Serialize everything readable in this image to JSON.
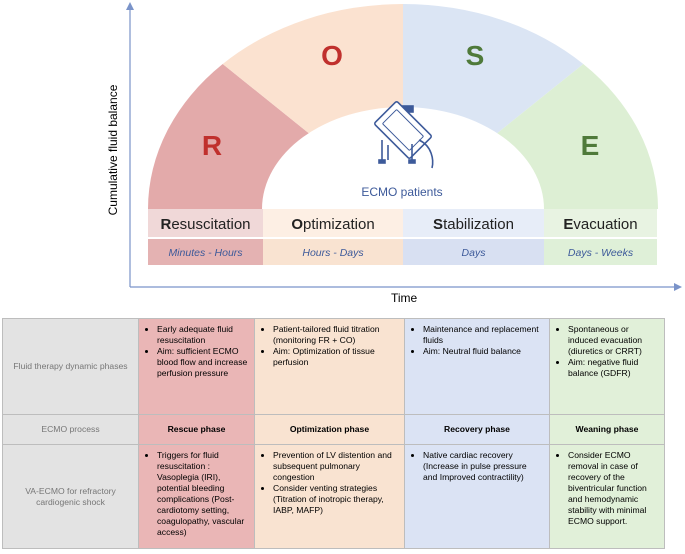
{
  "axes": {
    "y_label": "Cumulative fluid balance",
    "x_label": "Time"
  },
  "center_label": "ECMO patients",
  "device_icon": "ecmo-oxygenator-icon",
  "phases": [
    {
      "letter": "R",
      "first": "R",
      "rest": "esuscitation",
      "duration": "Minutes - Hours",
      "fill": "#e3aaaa",
      "band": "#f0d8d8",
      "dur_fill": "#e4b2b2",
      "letter_color": "#c0302d"
    },
    {
      "letter": "O",
      "first": "O",
      "rest": "ptimization",
      "duration": "Hours - Days",
      "fill": "#fbe2d0",
      "band": "#fdefe4",
      "dur_fill": "#f9e3d1",
      "letter_color": "#c0302d"
    },
    {
      "letter": "S",
      "first": "S",
      "rest": "tabilization",
      "duration": "Days",
      "fill": "#dbe5f4",
      "band": "#e7edf8",
      "dur_fill": "#d8e0f2",
      "letter_color": "#4f7a3a"
    },
    {
      "letter": "E",
      "first": "E",
      "rest": "vacuation",
      "duration": "Days - Weeks",
      "fill": "#ddefd4",
      "band": "#e8f3e2",
      "dur_fill": "#dff0d8",
      "letter_color": "#4f7a3a"
    }
  ],
  "table": {
    "rows": [
      {
        "label": "Fluid therapy dynamic phases",
        "cells": [
          [
            "Early adequate fluid resuscitation",
            "Aim: sufficient ECMO blood flow and increase perfusion pressure"
          ],
          [
            "Patient-tailored fluid titration (monitoring FR + CO)",
            "Aim: Optimization of tissue perfusion"
          ],
          [
            "Maintenance and replacement fluids",
            "Aim: Neutral fluid balance"
          ],
          [
            "Spontaneous or induced evacuation (diuretics or CRRT)",
            "Aim: negative fluid balance (GDFR)"
          ]
        ]
      },
      {
        "label": "ECMO process",
        "phases": [
          "Rescue phase",
          "Optimization phase",
          "Recovery phase",
          "Weaning phase"
        ]
      },
      {
        "label": "VA-ECMO for refractory cardiogenic shock",
        "cells": [
          [
            "Triggers for fluid resuscitation : Vasoplegia (IRI), potential bleeding complications (Post-cardiotomy setting, coagulopathy, vascular access)"
          ],
          [
            "Prevention of LV distention and subsequent pulmonary congestion",
            "Consider venting strategies (Titration of inotropic therapy, IABP, MAFP)"
          ],
          [
            "Native cardiac recovery (Increase in pulse pressure and Improved contractility)"
          ],
          [
            "Consider ECMO removal in case of recovery of the biventricular function and hemodynamic stability with minimal ECMO support."
          ]
        ]
      }
    ]
  }
}
